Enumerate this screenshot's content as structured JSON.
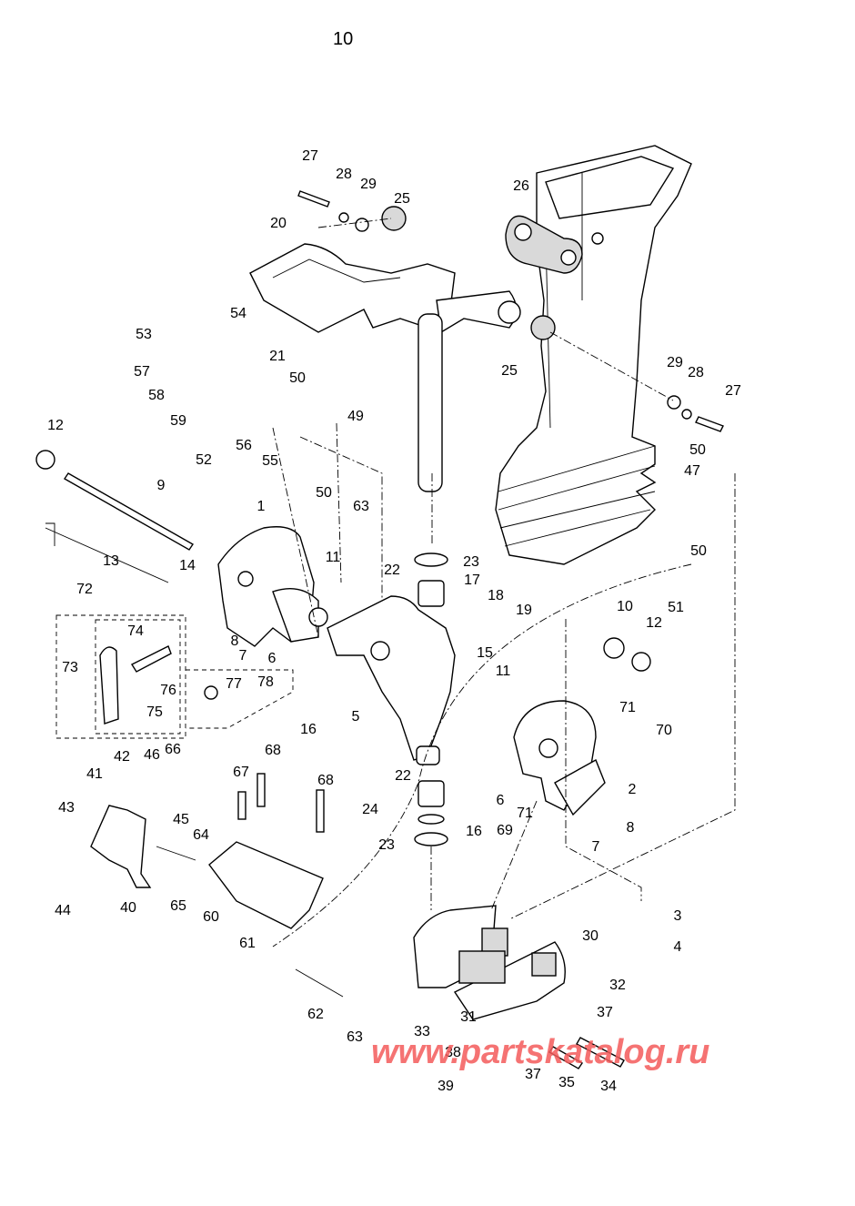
{
  "page": {
    "number": "10"
  },
  "watermark": {
    "text": "www.partskatalog.ru",
    "color": "#f45b5b"
  },
  "callouts": [
    {
      "id": "c27a",
      "label": "27"
    },
    {
      "id": "c28a",
      "label": "28"
    },
    {
      "id": "c29a",
      "label": "29"
    },
    {
      "id": "c25a",
      "label": "25"
    },
    {
      "id": "c26",
      "label": "26"
    },
    {
      "id": "c20",
      "label": "20"
    },
    {
      "id": "c54",
      "label": "54"
    },
    {
      "id": "c53",
      "label": "53"
    },
    {
      "id": "c21",
      "label": "21"
    },
    {
      "id": "c25b",
      "label": "25"
    },
    {
      "id": "c57",
      "label": "57"
    },
    {
      "id": "c58",
      "label": "58"
    },
    {
      "id": "c59",
      "label": "59"
    },
    {
      "id": "c50a",
      "label": "50"
    },
    {
      "id": "c49",
      "label": "49"
    },
    {
      "id": "c52",
      "label": "52"
    },
    {
      "id": "c56",
      "label": "56"
    },
    {
      "id": "c55",
      "label": "55"
    },
    {
      "id": "c50b",
      "label": "50"
    },
    {
      "id": "c29b",
      "label": "29"
    },
    {
      "id": "c28b",
      "label": "28"
    },
    {
      "id": "c27b",
      "label": "27"
    },
    {
      "id": "c50c",
      "label": "50"
    },
    {
      "id": "c47",
      "label": "47"
    },
    {
      "id": "c50d",
      "label": "50"
    },
    {
      "id": "c12a",
      "label": "12"
    },
    {
      "id": "c9",
      "label": "9"
    },
    {
      "id": "c1",
      "label": "1"
    },
    {
      "id": "c63a",
      "label": "63"
    },
    {
      "id": "c23a",
      "label": "23"
    },
    {
      "id": "c22a",
      "label": "22"
    },
    {
      "id": "c13",
      "label": "13"
    },
    {
      "id": "c14",
      "label": "14"
    },
    {
      "id": "c11a",
      "label": "11"
    },
    {
      "id": "c17",
      "label": "17"
    },
    {
      "id": "c18",
      "label": "18"
    },
    {
      "id": "c19",
      "label": "19"
    },
    {
      "id": "c51",
      "label": "51"
    },
    {
      "id": "c10",
      "label": "10"
    },
    {
      "id": "c12b",
      "label": "12"
    },
    {
      "id": "c72",
      "label": "72"
    },
    {
      "id": "c74",
      "label": "74"
    },
    {
      "id": "c73",
      "label": "73"
    },
    {
      "id": "c76",
      "label": "76"
    },
    {
      "id": "c75",
      "label": "75"
    },
    {
      "id": "c8a",
      "label": "8"
    },
    {
      "id": "c7a",
      "label": "7"
    },
    {
      "id": "c6a",
      "label": "6"
    },
    {
      "id": "c15",
      "label": "15"
    },
    {
      "id": "c77",
      "label": "77"
    },
    {
      "id": "c78",
      "label": "78"
    },
    {
      "id": "c5",
      "label": "5"
    },
    {
      "id": "c16a",
      "label": "16"
    },
    {
      "id": "c11b",
      "label": "11"
    },
    {
      "id": "c71a",
      "label": "71"
    },
    {
      "id": "c70",
      "label": "70"
    },
    {
      "id": "c2",
      "label": "2"
    },
    {
      "id": "c66",
      "label": "66"
    },
    {
      "id": "c42",
      "label": "42"
    },
    {
      "id": "c46",
      "label": "46"
    },
    {
      "id": "c41",
      "label": "41"
    },
    {
      "id": "c67",
      "label": "67"
    },
    {
      "id": "c68a",
      "label": "68"
    },
    {
      "id": "c68b",
      "label": "68"
    },
    {
      "id": "c22b",
      "label": "22"
    },
    {
      "id": "c6b",
      "label": "6"
    },
    {
      "id": "c43",
      "label": "43"
    },
    {
      "id": "c45",
      "label": "45"
    },
    {
      "id": "c24",
      "label": "24"
    },
    {
      "id": "c16b",
      "label": "16"
    },
    {
      "id": "c71b",
      "label": "71"
    },
    {
      "id": "c8b",
      "label": "8"
    },
    {
      "id": "c64",
      "label": "64"
    },
    {
      "id": "c23b",
      "label": "23"
    },
    {
      "id": "c69",
      "label": "69"
    },
    {
      "id": "c7b",
      "label": "7"
    },
    {
      "id": "c44",
      "label": "44"
    },
    {
      "id": "c40",
      "label": "40"
    },
    {
      "id": "c65",
      "label": "65"
    },
    {
      "id": "c60",
      "label": "60"
    },
    {
      "id": "c61",
      "label": "61"
    },
    {
      "id": "c3",
      "label": "3"
    },
    {
      "id": "c4",
      "label": "4"
    },
    {
      "id": "c30",
      "label": "30"
    },
    {
      "id": "c32",
      "label": "32"
    },
    {
      "id": "c62",
      "label": "62"
    },
    {
      "id": "c37a",
      "label": "37"
    },
    {
      "id": "c31",
      "label": "31"
    },
    {
      "id": "c33",
      "label": "33"
    },
    {
      "id": "c63b",
      "label": "63"
    },
    {
      "id": "c38",
      "label": "38"
    },
    {
      "id": "c37b",
      "label": "37"
    },
    {
      "id": "c35",
      "label": "35"
    },
    {
      "id": "c34",
      "label": "34"
    },
    {
      "id": "c39",
      "label": "39"
    }
  ]
}
